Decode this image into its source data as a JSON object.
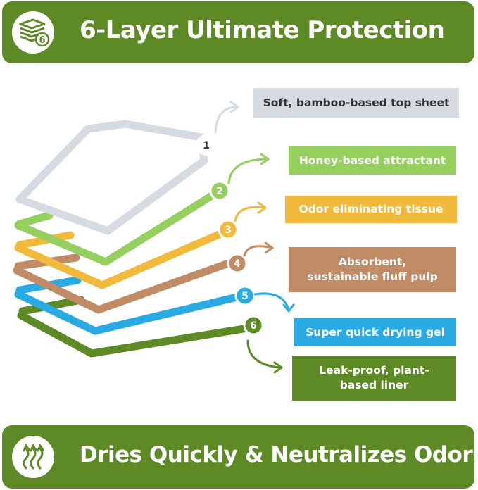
{
  "header": {
    "title": "6-Layer Ultimate Protection",
    "icon": "layers-icon",
    "icon_badge": "6"
  },
  "footer": {
    "title": "Dries Quickly & Neutralizes Odors",
    "icon": "odor-waves-icon"
  },
  "colors": {
    "brand_green": "#5e8a25",
    "layer1": "#d5dbe0",
    "layer2": "#95cf5e",
    "layer3": "#f1ba3d",
    "layer4": "#c08b65",
    "layer5": "#29aae3",
    "layer6": "#5e8a25"
  },
  "layers": [
    {
      "number": "1",
      "label": "Soft, bamboo-based top sheet",
      "color": "#d5dbe0",
      "text_color": "#333333"
    },
    {
      "number": "2",
      "label": "Honey-based attractant",
      "color": "#95cf5e",
      "text_color": "#ffffff"
    },
    {
      "number": "3",
      "label": "Odor eliminating tissue",
      "color": "#f1ba3d",
      "text_color": "#ffffff"
    },
    {
      "number": "4",
      "label": "Absorbent, sustainable fluff pulp",
      "color": "#c08b65",
      "text_color": "#ffffff"
    },
    {
      "number": "5",
      "label": "Super quick drying gel",
      "color": "#29aae3",
      "text_color": "#ffffff"
    },
    {
      "number": "6",
      "label": "Leak-proof, plant-based liner",
      "color": "#5e8a25",
      "text_color": "#ffffff"
    }
  ]
}
